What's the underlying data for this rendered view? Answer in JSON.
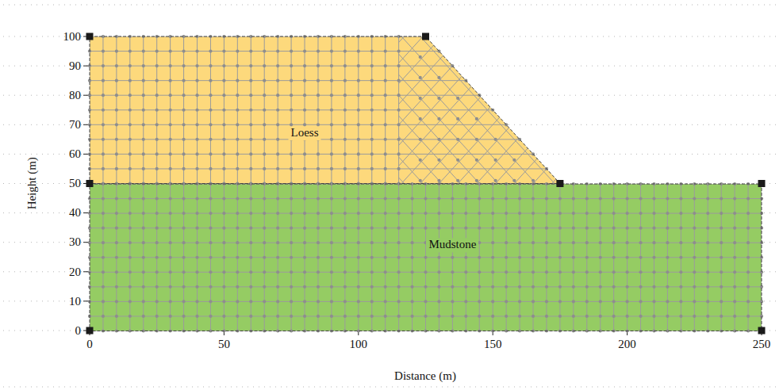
{
  "diagram": {
    "nodes": [
      {
        "text": [
          "Loess"
        ]
      },
      {
        "text": [
          "Mudstone"
        ]
      }
    ],
    "labels": [
      "0",
      "10",
      "20",
      "30",
      "40",
      "50",
      "60",
      "70",
      "80",
      "90",
      "100",
      "0",
      "50",
      "100",
      "150",
      "200",
      "250",
      "Height (m)",
      "Distance (m)"
    ]
  }
}
